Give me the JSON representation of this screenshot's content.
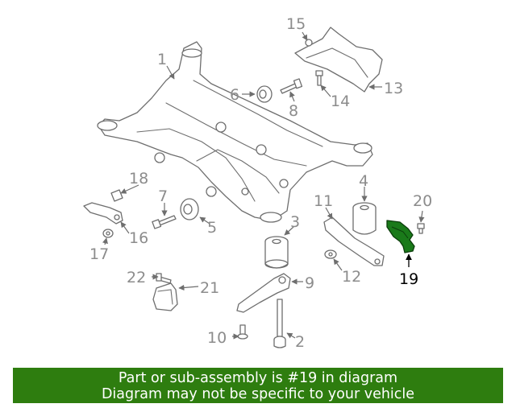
{
  "callouts": {
    "c1": "1",
    "c2": "2",
    "c3": "3",
    "c4": "4",
    "c5": "5",
    "c6": "6",
    "c7": "7",
    "c8": "8",
    "c9": "9",
    "c10": "10",
    "c11": "11",
    "c12": "12",
    "c13": "13",
    "c14": "14",
    "c15": "15",
    "c16": "16",
    "c17": "17",
    "c18": "18",
    "c19": "19",
    "c20": "20",
    "c21": "21",
    "c22": "22"
  },
  "highlight_part": "19",
  "colors": {
    "banner_bg": "#2e7d0f",
    "highlight_fill": "#1a7a1a",
    "line": "#6e6e6e",
    "callout_text": "#8c8c8c"
  },
  "banner": {
    "line1": "Part or sub-assembly is #19 in diagram",
    "line2": "Diagram may not be specific to your vehicle"
  }
}
